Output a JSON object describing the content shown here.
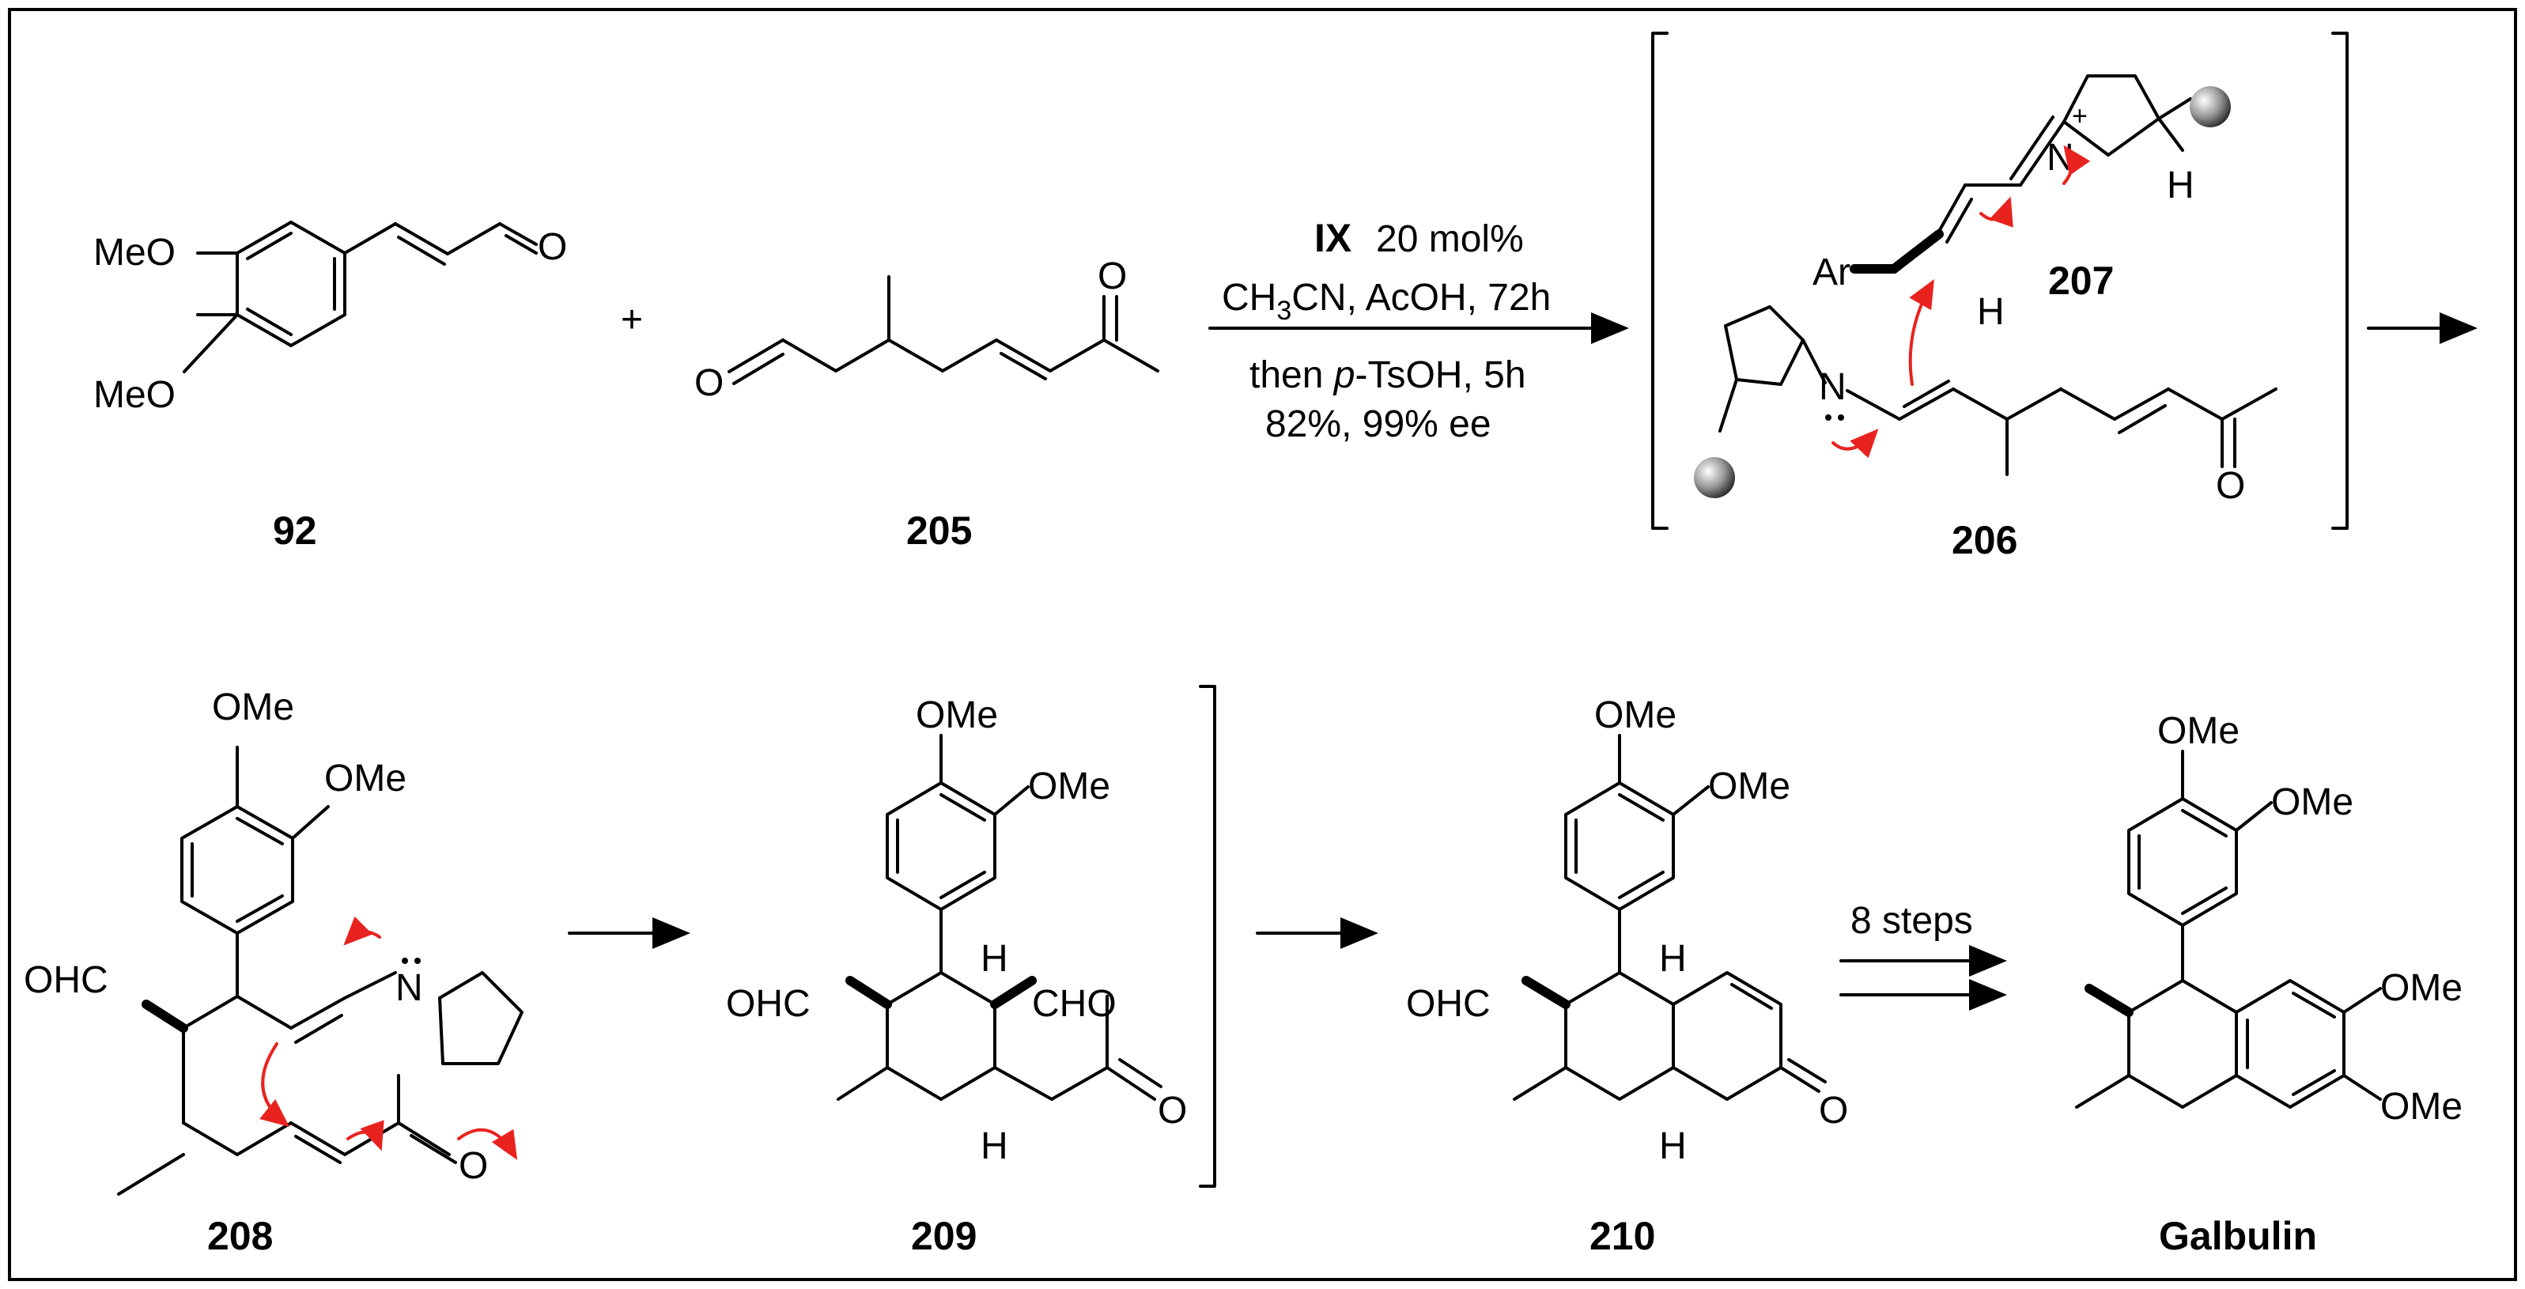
{
  "compounds": {
    "c92": "92",
    "c205": "205",
    "c206": "206",
    "c207": "207",
    "c208": "208",
    "c209": "209",
    "c210": "210",
    "galbulin": "Galbulin"
  },
  "reagents": {
    "catalyst": "IX",
    "loading": "20 mol%",
    "solvent_pre": "CH",
    "solvent_sub": "3",
    "solvent_post": "CN, AcOH, 72h",
    "then_pre": "then ",
    "then_italic": "p",
    "then_post": "-TsOH, 5h",
    "yield": "82%, 99% ee"
  },
  "step_label": "8 steps",
  "plus": "+",
  "atoms": {
    "meo": "MeO",
    "ome": "OMe",
    "o": "O",
    "n": "N",
    "h": "H",
    "ar": "Ar",
    "ohc": "OHC",
    "cho": "CHO",
    "nplus": "+"
  }
}
